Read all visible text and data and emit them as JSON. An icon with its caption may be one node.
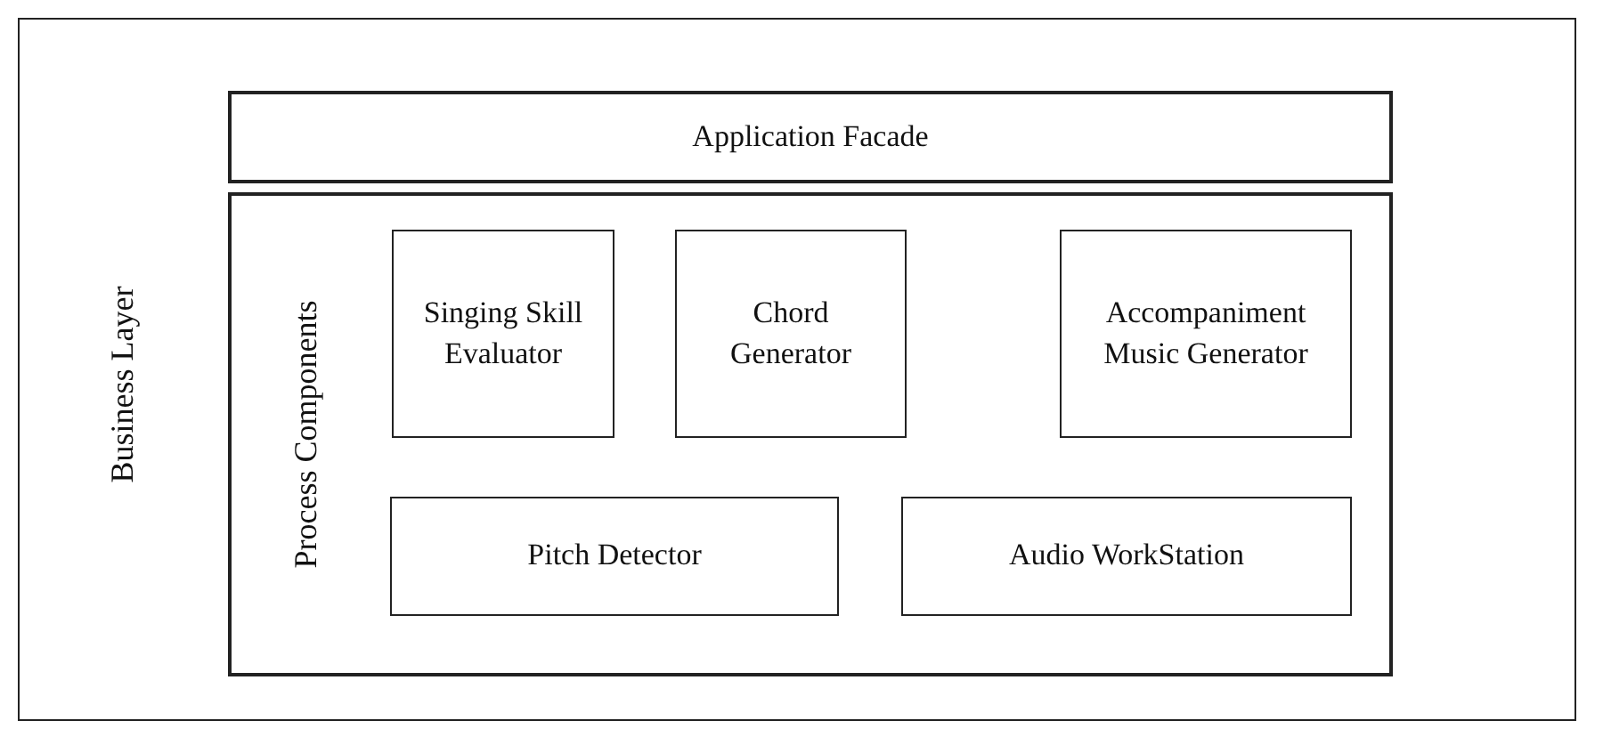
{
  "diagram": {
    "nodes": [
      {
        "text": [
          "Business Layer"
        ]
      },
      {
        "text": [
          "Application Facade"
        ],
        "in": 0
      },
      {
        "text": [
          "Process Components"
        ],
        "in": 0
      },
      {
        "text": [
          "Singing Skill Evaluator"
        ],
        "in": 2
      },
      {
        "text": [
          "Chord Generator"
        ],
        "in": 2
      },
      {
        "text": [
          "Accompaniment Music Generator"
        ],
        "in": 2
      },
      {
        "text": [
          "Pitch Detector"
        ],
        "in": 2
      },
      {
        "text": [
          "Audio WorkStation"
        ],
        "in": 2
      }
    ]
  }
}
